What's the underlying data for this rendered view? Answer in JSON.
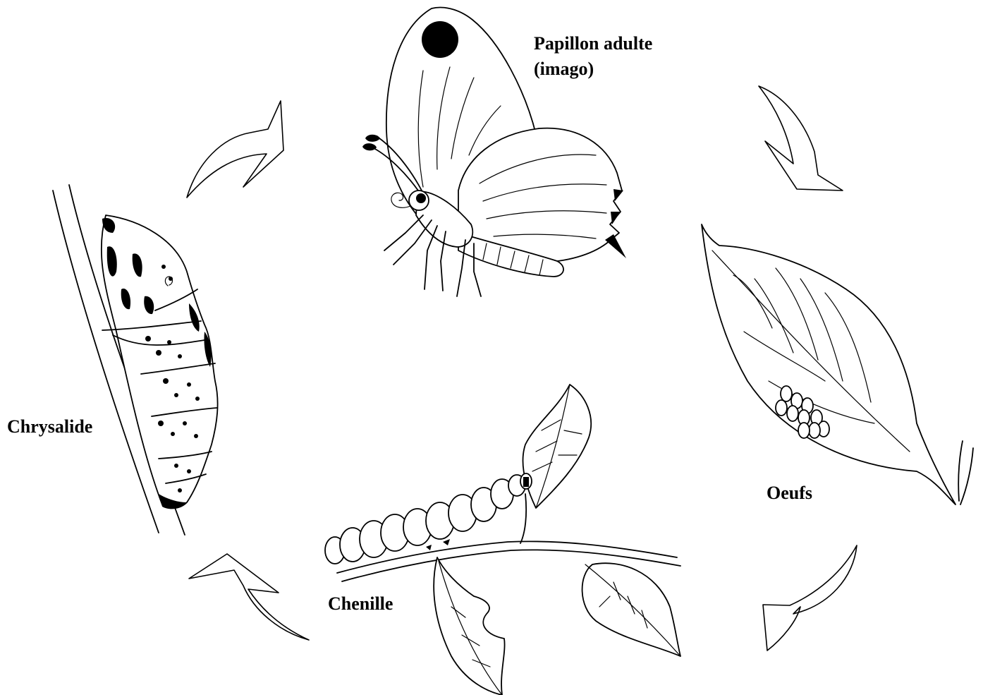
{
  "stages": {
    "adult_line1": "Papillon adulte",
    "adult_line2": "(imago)",
    "eggs": "Oeufs",
    "caterpillar": "Chenille",
    "chrysalis": "Chrysalide"
  },
  "cycle_order": [
    "Papillon adulte (imago)",
    "Oeufs",
    "Chenille",
    "Chrysalide"
  ]
}
